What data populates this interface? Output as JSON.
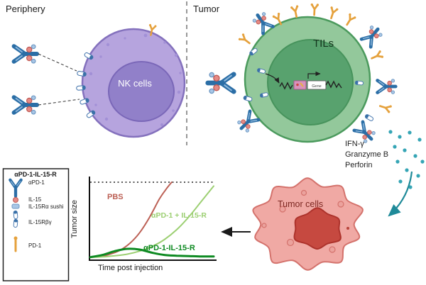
{
  "figure": {
    "periphery_label": "Periphery",
    "tumor_label": "Tumor"
  },
  "nk_cell": {
    "label": "NK cells"
  },
  "tils_cell": {
    "label": "TILs",
    "gene_label": "Gene"
  },
  "secreted_factors": {
    "lines": [
      "IFN-γ",
      "Granzyme B",
      "Perforin"
    ]
  },
  "tumor_cells": {
    "label": "Tumor cells"
  },
  "legend": {
    "title": "αPD-1-IL-15-R",
    "items": [
      {
        "label": "αPD-1",
        "icon": "antibody-icon"
      },
      {
        "label": "IL-15",
        "icon": "il15-red-dot-icon"
      },
      {
        "label": "IL-15Rα sushi",
        "icon": "sushi-domain-icon"
      },
      {
        "label": "IL-15Rβγ",
        "icon": "receptor-pill-icon"
      },
      {
        "label": "PD-1",
        "icon": "pd1-orange-icon"
      }
    ]
  },
  "chart_data": {
    "type": "line",
    "title": "",
    "xlabel": "Time post injection",
    "ylabel": "Tumor size",
    "x_range": [
      0,
      1
    ],
    "y_range": [
      0,
      1
    ],
    "grid": false,
    "legend_position": "labels-on-curves",
    "annotations": [
      {
        "type": "dotted-line",
        "y": 1.0,
        "meaning": "maximum tumor size threshold"
      }
    ],
    "series": [
      {
        "name": "PBS",
        "color": "#bc6055",
        "stroke_width": 2,
        "x": [
          0,
          0.08,
          0.16,
          0.24,
          0.32,
          0.4,
          0.48,
          0.56,
          0.62,
          0.66
        ],
        "y": [
          0.02,
          0.03,
          0.06,
          0.11,
          0.2,
          0.34,
          0.54,
          0.78,
          0.92,
          1.0
        ]
      },
      {
        "name": "αPD-1 + IL-15-R",
        "color": "#9ccf72",
        "stroke_width": 2,
        "x": [
          0,
          0.1,
          0.2,
          0.3,
          0.4,
          0.5,
          0.6,
          0.7,
          0.8,
          0.9,
          1.0
        ],
        "y": [
          0.02,
          0.025,
          0.04,
          0.06,
          0.1,
          0.16,
          0.25,
          0.38,
          0.55,
          0.75,
          0.95
        ]
      },
      {
        "name": "αPD-1-IL-15-R",
        "color": "#0e8a22",
        "stroke_width": 3,
        "x": [
          0,
          0.1,
          0.2,
          0.3,
          0.4,
          0.5,
          0.6,
          0.7,
          0.8,
          0.9,
          1.0
        ],
        "y": [
          0.02,
          0.05,
          0.1,
          0.13,
          0.12,
          0.08,
          0.05,
          0.04,
          0.035,
          0.03,
          0.03
        ]
      }
    ]
  },
  "colors": {
    "nk_cell_body": "#b6a4de",
    "nk_cell_nucleus": "#9180c9",
    "tils_cell_body": "#93c89b",
    "tils_cell_nucleus": "#58a26e",
    "tumor_cell_body": "#f0a9a4",
    "tumor_cell_nucleus": "#c64940",
    "antibody_blue": "#2b6ea6",
    "pd1_orange": "#e5a13c",
    "il15_red": "#e58a86",
    "cytokine_teal": "#35a5b5"
  }
}
